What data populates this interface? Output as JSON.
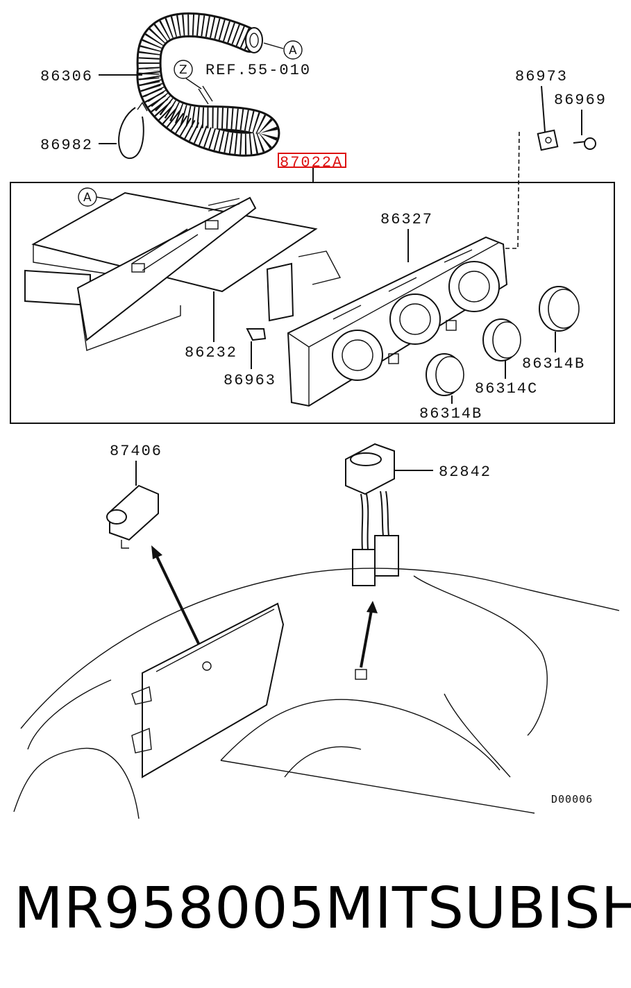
{
  "diagram": {
    "callouts": {
      "c86306": "86306",
      "c86982": "86982",
      "cref": "REF.55-010",
      "c87022a": "87022A",
      "c86973": "86973",
      "c86969": "86969",
      "c86327": "86327",
      "c86232": "86232",
      "c86963": "86963",
      "c86314b_right": "86314B",
      "c86314c": "86314C",
      "c86314b_bottom": "86314B",
      "c87406": "87406",
      "c82842": "82842"
    },
    "circle_markers": {
      "a_top": "A",
      "z": "Z",
      "a_box": "A"
    },
    "figure_code": "D00006"
  },
  "footer": {
    "part_number": "MR958005",
    "brand": "MITSUBISHI"
  },
  "colors": {
    "highlight": "#dd1111",
    "ink": "#111111"
  }
}
